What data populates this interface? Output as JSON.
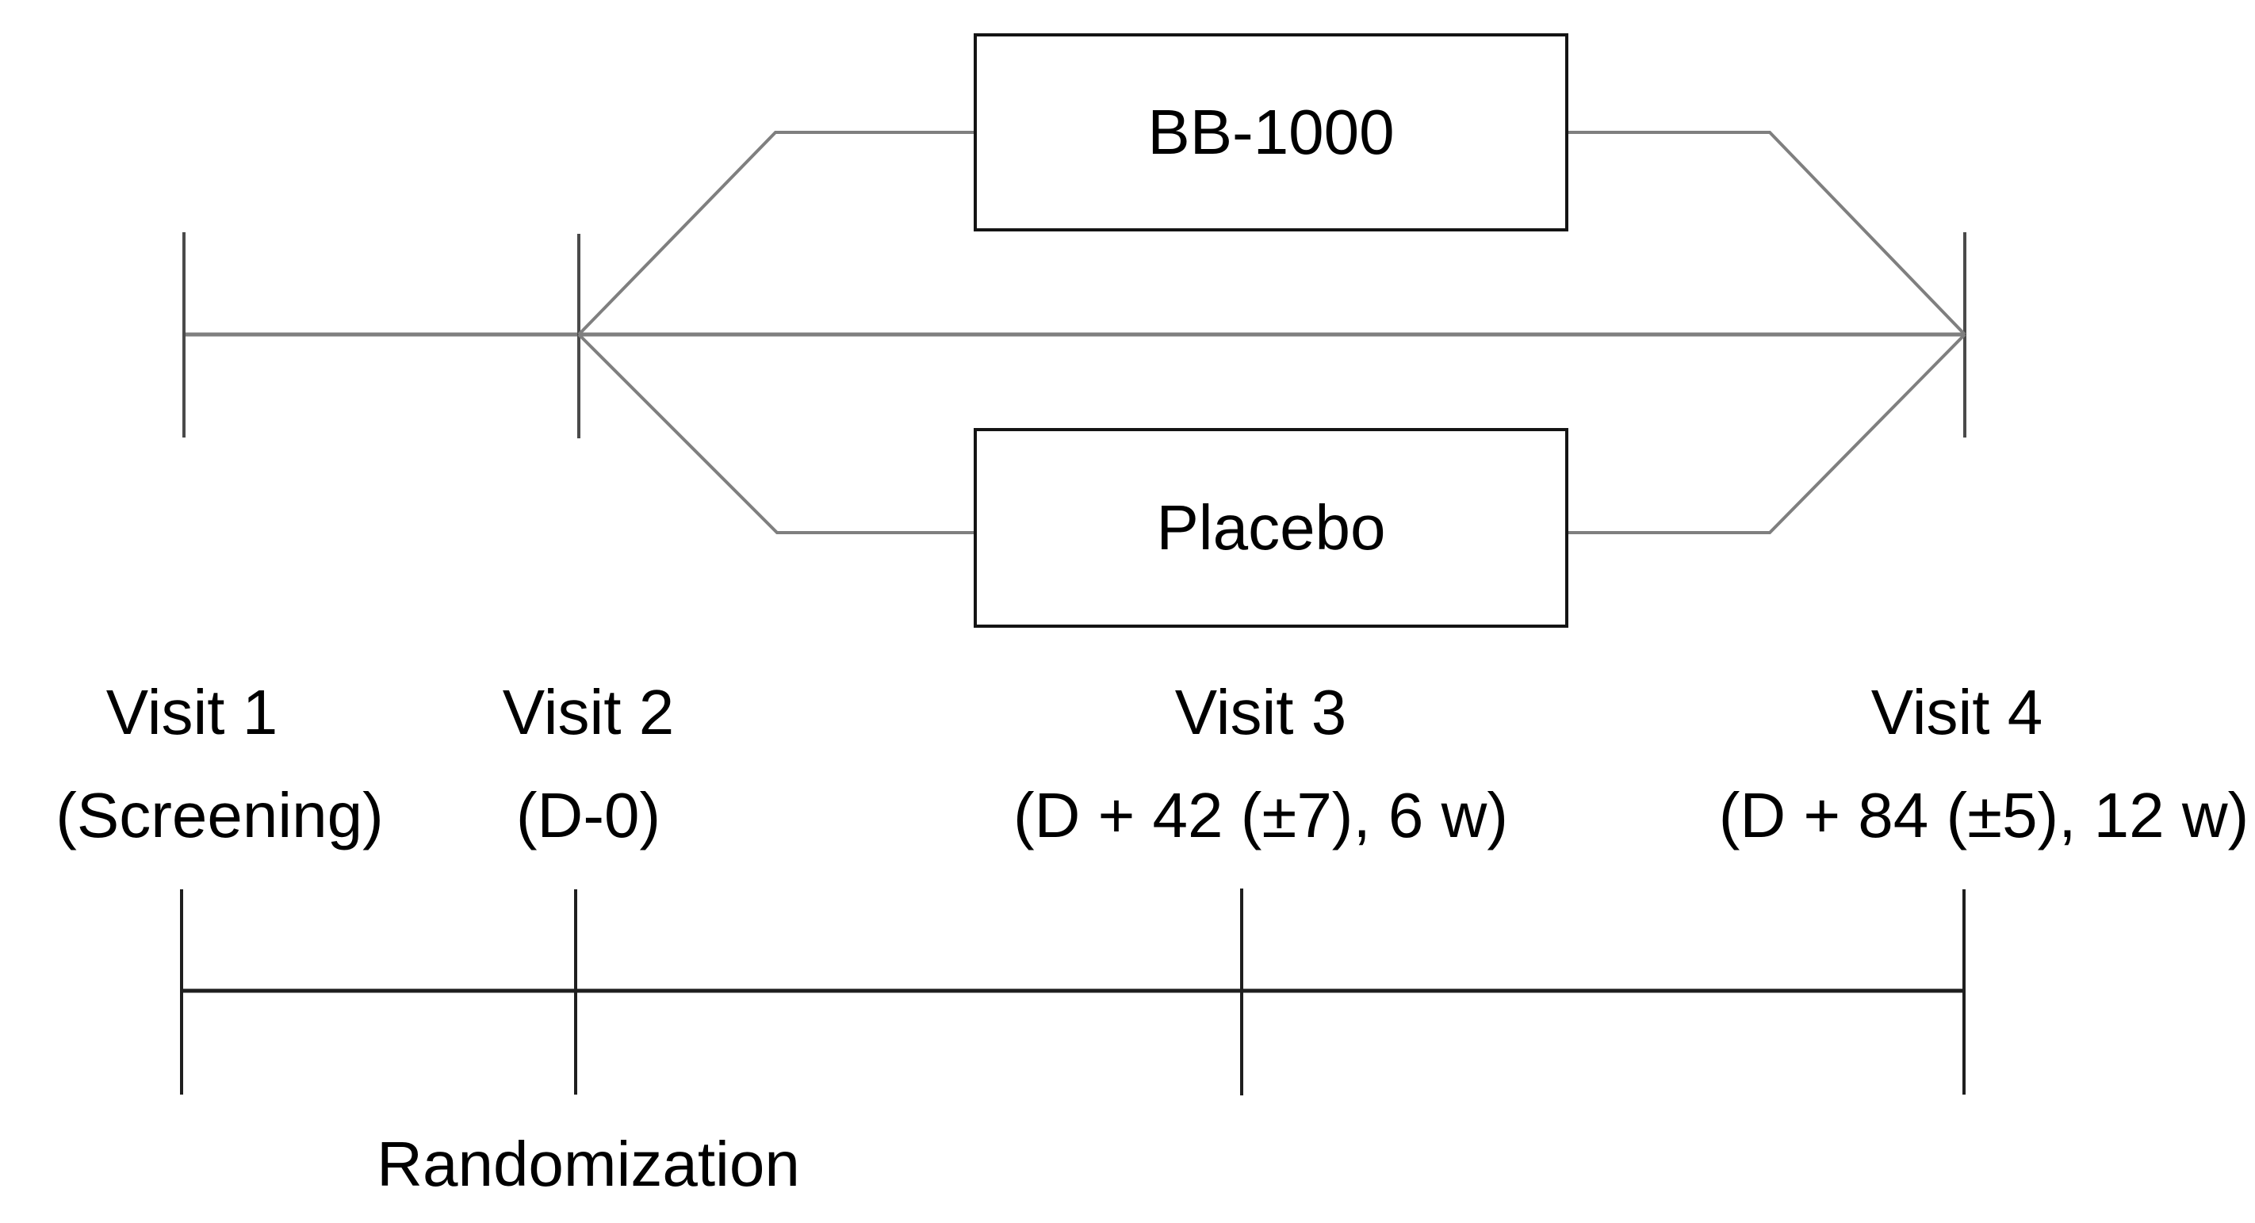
{
  "diagram": {
    "title_hint": "Study design schema",
    "arms": {
      "top": "BB-1000",
      "bottom": "Placebo"
    },
    "visits": [
      {
        "name": "Visit 1",
        "detail": "(Screening)"
      },
      {
        "name": "Visit 2",
        "detail": "(D-0)"
      },
      {
        "name": "Visit 3",
        "detail": "(D + 42 (±7), 6 w)"
      },
      {
        "name": "Visit 4",
        "detail": "(D + 84 (±5), 12 w)"
      }
    ],
    "randomization_label": "Randomization",
    "colors": {
      "background": "#ffffff",
      "branch_line": "#7f7f7f",
      "upper_tick": "#4a4a4a",
      "box_border": "#141414",
      "lower_timeline": "#1f1f1f",
      "text": "#000000"
    }
  }
}
